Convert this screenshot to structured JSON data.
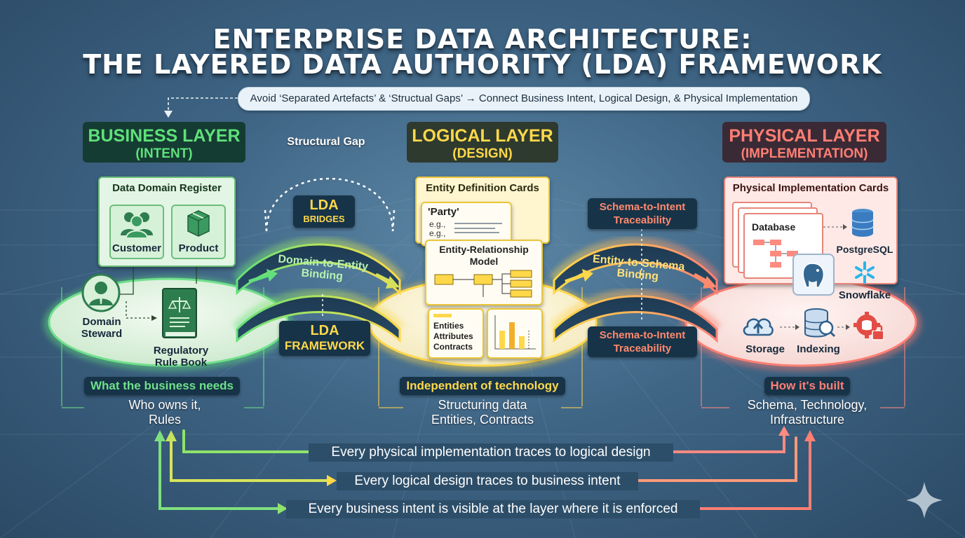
{
  "title": {
    "line1": "ENTERPRISE DATA ARCHITECTURE:",
    "line2": "THE LAYERED DATA AUTHORITY (LDA) FRAMEWORK"
  },
  "banner": "Avoid ‘Separated Artefacts’ & ‘Structual Gaps’ → Connect Business Intent, Logical Design, & Physical Implementation",
  "structural_gap": "Structural Gap",
  "colors": {
    "business": "#5fe07a",
    "logical": "#ffd84a",
    "physical": "#ff7f73",
    "background": "#3f6585"
  },
  "business": {
    "title": "BUSINESS LAYER",
    "subtitle": "(INTENT)",
    "card_title": "Data Domain Register",
    "tiles": [
      {
        "label": "Customer",
        "icon": "users-icon"
      },
      {
        "label": "Product",
        "icon": "box-icon"
      }
    ],
    "steward": "Domain Steward",
    "rulebook": "Regulatory Rule Book",
    "caption": "What the business needs",
    "desc_line1": "Who owns it,",
    "desc_line2": "Rules"
  },
  "bridges": {
    "lda_top": "LDA",
    "lda_top_sub": "BRIDGES",
    "left_binding": "Domain-to-Entity Binding",
    "lda_bottom": "LDA",
    "lda_bottom_sub": "FRAMEWORK",
    "right_binding": "Entity-to-Schema Binding",
    "trace_top": "Schema-to-Intent Traceability",
    "trace_bottom": "Schema-to-Intent Traceability"
  },
  "logical": {
    "title": "LOGICAL LAYER",
    "subtitle": "(DESIGN)",
    "card_title": "Entity Definition Cards",
    "party": "'Party'",
    "eg1": "e.g.,",
    "eg2": "e.g.,",
    "erm": "Entity-Relationship Model",
    "mini_list": [
      "Entities",
      "Attributes",
      "Contracts"
    ],
    "caption": "Independent of technology",
    "desc_line1": "Structuring data",
    "desc_line2": "Entities, Contracts"
  },
  "physical": {
    "title": "PHYSICAL LAYER",
    "subtitle": "(IMPLEMENTATION)",
    "card_title": "Physical Implementation Cards",
    "database": "Database",
    "postgres": "PostgreSQL",
    "snowflake": "Snowflake",
    "storage": "Storage",
    "indexing": "Indexing",
    "caption": "How it's built",
    "desc_line1": "Schema, Technology,",
    "desc_line2": "Infrastructure"
  },
  "traces": [
    "Every physical implementation traces to logical design",
    "Every logical design traces to business intent",
    "Every business intent is visible at the layer where it is enforced"
  ]
}
